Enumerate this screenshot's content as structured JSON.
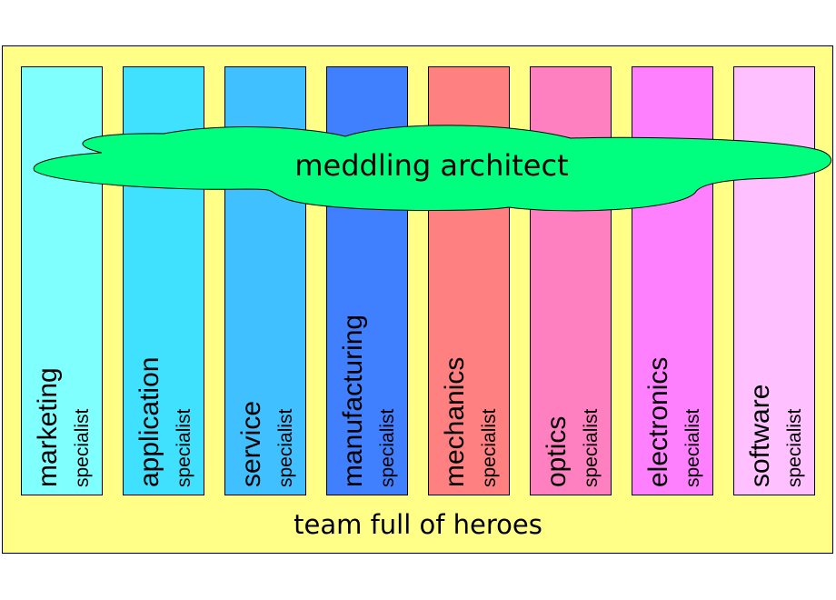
{
  "diagram": {
    "team_label": "team full of heroes",
    "architect_label": "meddling architect",
    "colors": {
      "team_background": "#ffff88",
      "cloud_fill": "#00ff7f",
      "outline": "#000000"
    },
    "columns": [
      {
        "role": "marketing",
        "suffix": "specialist",
        "color": "#80ffff"
      },
      {
        "role": "application",
        "suffix": "specialist",
        "color": "#40e0ff"
      },
      {
        "role": "service",
        "suffix": "specialist",
        "color": "#40c0ff"
      },
      {
        "role": "manufacturing",
        "suffix": "specialist",
        "color": "#4080ff"
      },
      {
        "role": "mechanics",
        "suffix": "specialist",
        "color": "#ff8080"
      },
      {
        "role": "optics",
        "suffix": "specialist",
        "color": "#ff80c0"
      },
      {
        "role": "electronics",
        "suffix": "specialist",
        "color": "#ff80ff"
      },
      {
        "role": "software",
        "suffix": "specialist",
        "color": "#ffc0ff"
      }
    ]
  }
}
